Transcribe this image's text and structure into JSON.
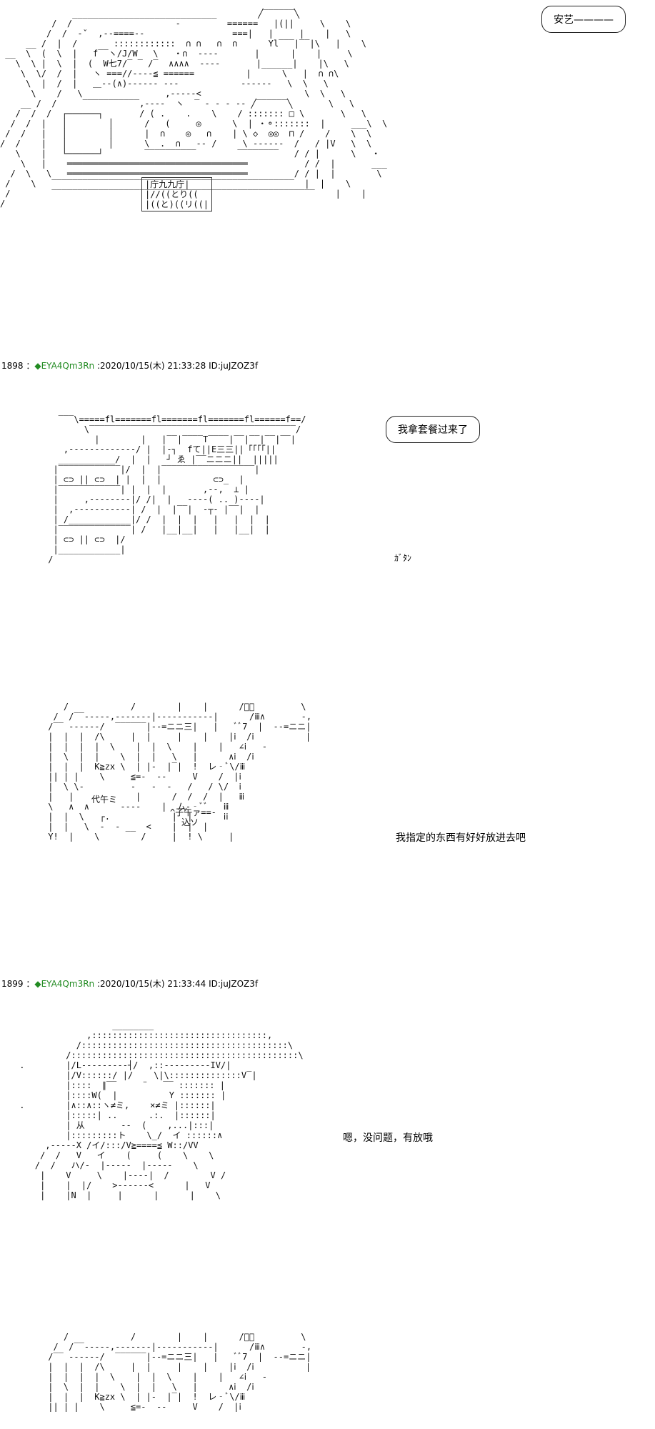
{
  "posts": [
    {
      "number": "1898",
      "name": "◆EYA4Qm3Rn",
      "datetime": "2020/10/15(木) 21:33:28",
      "id": "ID:juJZOZ3f"
    },
    {
      "number": "1899",
      "name": "◆EYA4Qm3Rn",
      "datetime": "2020/10/15(木) 21:33:44",
      "id": "ID:juJZOZ3f"
    }
  ],
  "scene1": {
    "speaker_label": "安艺————",
    "tray_sign": "|庁九九庁|\n|//((とり((\n|((と)((リ((|"
  },
  "scene2": {
    "bubble": "我拿套餐过来了",
    "sfx": "ｶﾞﾀﾝ"
  },
  "scene3": {
    "line": "我指定的东西有好好放进去吧",
    "aa_text_1": "代午ミ",
    "aa_text_2": "^子午ァ==-",
    "aa_text_3": "込ソ"
  },
  "scene4": {
    "line": "嗯，没问题，有放哦"
  }
}
